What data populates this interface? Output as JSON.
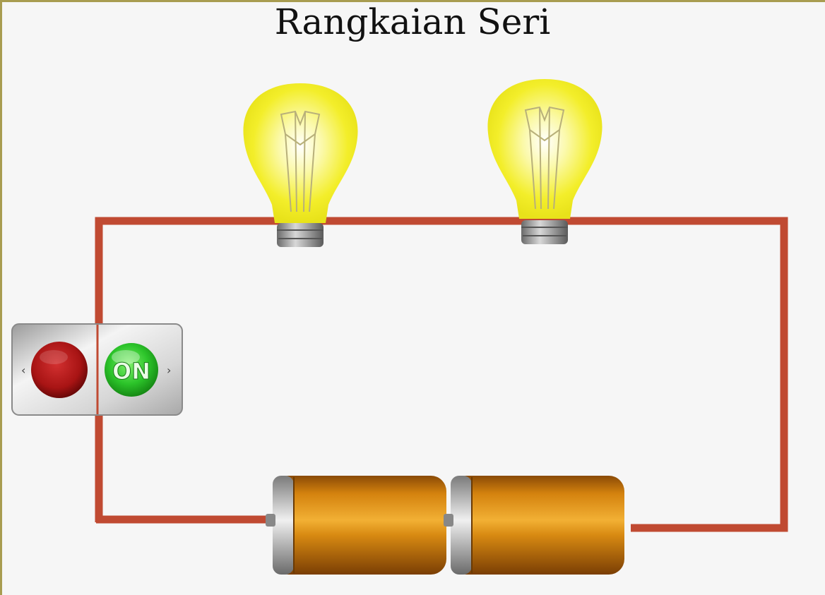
{
  "diagram": {
    "title": "Rangkaian Seri",
    "switch": {
      "off_label": "",
      "on_label": "ON",
      "state": "on"
    },
    "bulb_count": 2,
    "battery_count": 2,
    "colors": {
      "wire": "#c04a32",
      "bulb_glow": "#f5f02a",
      "switch_on": "#2cc42a",
      "switch_off": "#b81818",
      "battery_body": "#d98a14"
    }
  }
}
